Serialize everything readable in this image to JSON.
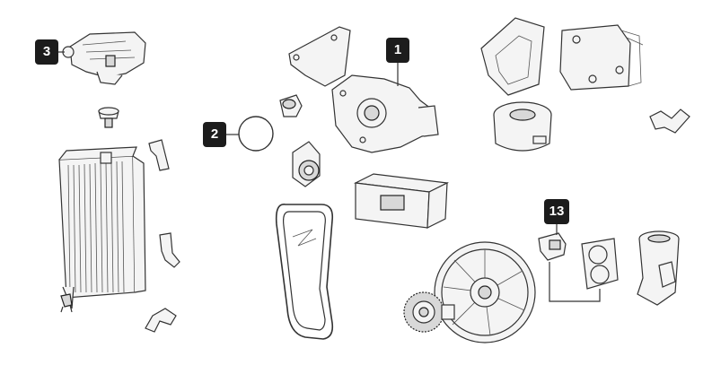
{
  "callouts": [
    {
      "id": "callout-1",
      "label": "1"
    },
    {
      "id": "callout-2",
      "label": "2"
    },
    {
      "id": "callout-3",
      "label": "3"
    },
    {
      "id": "callout-13",
      "label": "13"
    }
  ],
  "colors": {
    "badge_bg": "#1c1c1c",
    "badge_text": "#ffffff",
    "line": "#333333",
    "part_fill": "#f4f4f4"
  },
  "icons": [
    "expansion-tank-icon",
    "radiator-cap-icon",
    "radiator-icon",
    "coolant-hose-icon",
    "o-ring-icon",
    "thermostat-icon",
    "tensioner-icon",
    "water-pump-icon",
    "gasket-plate-icon",
    "drive-belt-icon",
    "box-icon",
    "oil-cooler-icon",
    "temperature-sensor-icon",
    "sensor-gasket-icon",
    "thermostat-housing-icon",
    "fan-icon",
    "viscous-clutch-icon"
  ]
}
